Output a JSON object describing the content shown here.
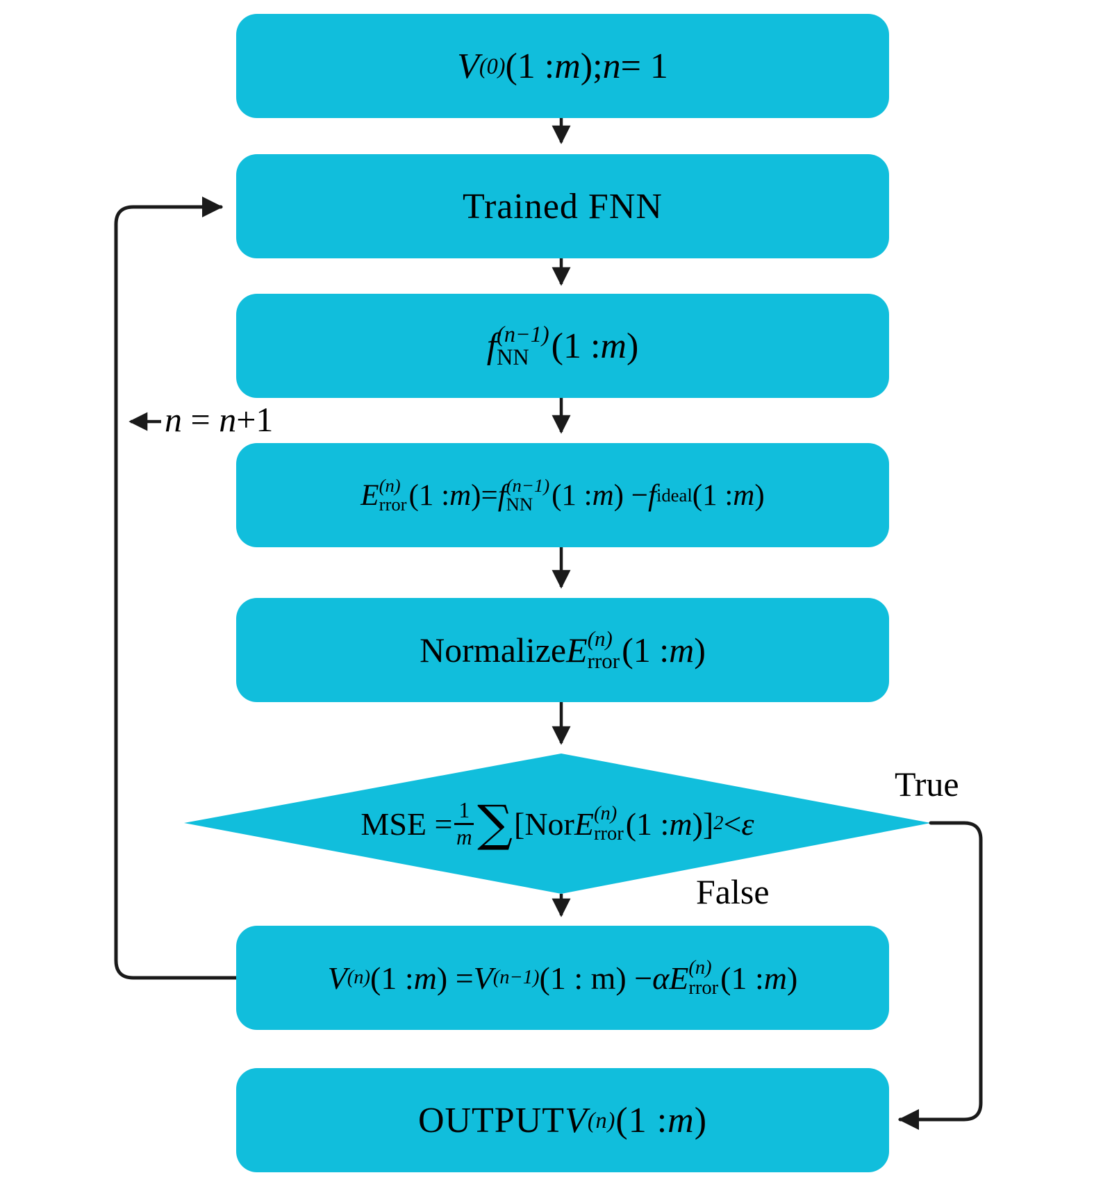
{
  "diagram": {
    "title": "FNN iterative error-correction flowchart",
    "colors": {
      "node_fill": "#11bedc",
      "line_color": "#1a1a1a",
      "text_color": "#000000",
      "background": "#ffffff"
    },
    "nodes": [
      {
        "id": "init",
        "segments": [
          {
            "t": "V",
            "s": "i"
          },
          {
            "t": "(0)",
            "s": "sup"
          },
          {
            "t": "(1 : ",
            "s": "r"
          },
          {
            "t": "m",
            "s": "i"
          },
          {
            "t": "); ",
            "s": "r"
          },
          {
            "t": "n",
            "s": "i"
          },
          {
            "t": " = 1",
            "s": "r"
          }
        ]
      },
      {
        "id": "trained-fnn",
        "segments": [
          {
            "t": "Trained FNN",
            "s": "r"
          }
        ]
      },
      {
        "id": "fnn-output",
        "segments": [
          {
            "t": "f",
            "s": "i"
          },
          {
            "s": "stack",
            "sup": "(n−1)",
            "sub": "NN"
          },
          {
            "t": "(1 : ",
            "s": "r"
          },
          {
            "t": "m",
            "s": "i"
          },
          {
            "t": ")",
            "s": "r"
          }
        ]
      },
      {
        "id": "error",
        "segments": [
          {
            "t": "E",
            "s": "i"
          },
          {
            "s": "stack",
            "sup": "(n)",
            "sub": "rror"
          },
          {
            "t": "(1 : ",
            "s": "r"
          },
          {
            "t": "m",
            "s": "i"
          },
          {
            "t": ")= ",
            "s": "r"
          },
          {
            "t": "f",
            "s": "i"
          },
          {
            "s": "stack",
            "sup": "(n−1)",
            "sub": "NN"
          },
          {
            "t": "(1 : ",
            "s": "r"
          },
          {
            "t": "m",
            "s": "i"
          },
          {
            "t": ") − ",
            "s": "r"
          },
          {
            "t": "f",
            "s": "i"
          },
          {
            "t": "ideal",
            "s": "sub"
          },
          {
            "t": "(1 : ",
            "s": "r"
          },
          {
            "t": "m",
            "s": "i"
          },
          {
            "t": ")",
            "s": "r"
          }
        ]
      },
      {
        "id": "normalize",
        "segments": [
          {
            "t": "Normalize ",
            "s": "r"
          },
          {
            "t": "E",
            "s": "i"
          },
          {
            "s": "stack",
            "sup": "(n)",
            "sub": "rror"
          },
          {
            "t": "(1 : ",
            "s": "r"
          },
          {
            "t": "m",
            "s": "i"
          },
          {
            "t": ")",
            "s": "r"
          }
        ]
      },
      {
        "id": "mse-decision",
        "segments": [
          {
            "t": "MSE = ",
            "s": "r"
          },
          {
            "s": "frac",
            "num": "1",
            "den": "m"
          },
          {
            "t": "∑",
            "s": "big"
          },
          {
            "t": "[Nor",
            "s": "r"
          },
          {
            "t": "E",
            "s": "i"
          },
          {
            "s": "stack",
            "sup": "(n)",
            "sub": "rror"
          },
          {
            "t": "(1 : ",
            "s": "r"
          },
          {
            "t": "m",
            "s": "i"
          },
          {
            "t": ")]",
            "s": "r"
          },
          {
            "t": "2",
            "s": "sup"
          },
          {
            "t": " < ",
            "s": "r"
          },
          {
            "t": "ε",
            "s": "i"
          }
        ]
      },
      {
        "id": "update",
        "segments": [
          {
            "t": "V",
            "s": "i"
          },
          {
            "t": "(n)",
            "s": "sup"
          },
          {
            "t": "(1 : ",
            "s": "r"
          },
          {
            "t": "m",
            "s": "i"
          },
          {
            "t": ") = ",
            "s": "r"
          },
          {
            "t": "V",
            "s": "i"
          },
          {
            "t": "(n−1)",
            "s": "sup"
          },
          {
            "t": "(1 : m) − ",
            "s": "r"
          },
          {
            "t": "α",
            "s": "i"
          },
          {
            "t": "E",
            "s": "i"
          },
          {
            "s": "stack",
            "sup": "(n)",
            "sub": "rror"
          },
          {
            "t": "(1 : ",
            "s": "r"
          },
          {
            "t": "m",
            "s": "i"
          },
          {
            "t": ")",
            "s": "r"
          }
        ]
      },
      {
        "id": "output",
        "segments": [
          {
            "t": "OUTPUT ",
            "s": "r"
          },
          {
            "t": "V",
            "s": "i"
          },
          {
            "t": "(n)",
            "s": "sup"
          },
          {
            "t": "(1 : ",
            "s": "r"
          },
          {
            "t": "m",
            "s": "i"
          },
          {
            "t": ")",
            "s": "r"
          }
        ]
      }
    ],
    "edge_labels": {
      "true_label": "True",
      "false_label": "False",
      "loop_label_segments": [
        {
          "t": "n",
          "s": "i"
        },
        {
          "t": " = ",
          "s": "r"
        },
        {
          "t": "n",
          "s": "i"
        },
        {
          "t": "+1",
          "s": "r"
        }
      ]
    }
  }
}
